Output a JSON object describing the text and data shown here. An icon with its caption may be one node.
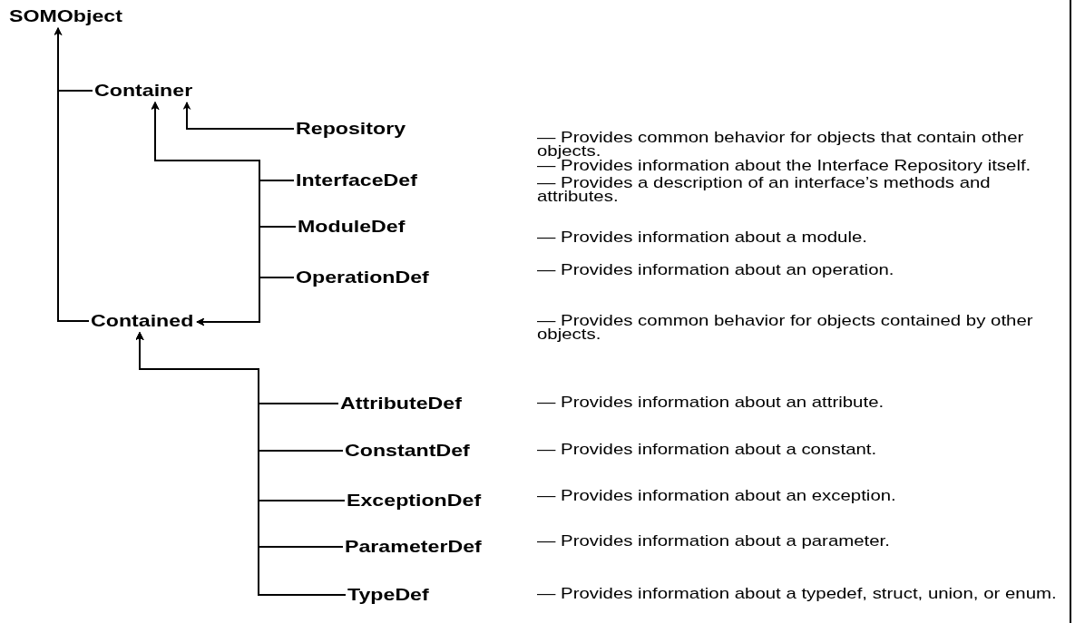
{
  "diagram": {
    "nodes": [
      {
        "text": [
          "SOMObject"
        ]
      },
      {
        "text": [
          "Container"
        ]
      },
      {
        "text": [
          "Repository"
        ]
      },
      {
        "text": [
          "InterfaceDef"
        ]
      },
      {
        "text": [
          "ModuleDef"
        ]
      },
      {
        "text": [
          "OperationDef"
        ]
      },
      {
        "text": [
          "Contained"
        ]
      },
      {
        "text": [
          "AttributeDef"
        ]
      },
      {
        "text": [
          "ConstantDef"
        ]
      },
      {
        "text": [
          "ExceptionDef"
        ]
      },
      {
        "text": [
          "ParameterDef"
        ]
      },
      {
        "text": [
          "TypeDef"
        ]
      }
    ],
    "edges": [
      {
        "from": 1,
        "to": 0,
        "arrow": "to"
      },
      {
        "from": 6,
        "to": 0,
        "arrow": "to"
      },
      {
        "from": 2,
        "to": 1,
        "arrow": "to"
      },
      {
        "from": 3,
        "to": 1,
        "arrow": "to"
      },
      {
        "from": 4,
        "to": 1,
        "arrow": "to"
      },
      {
        "from": 5,
        "to": 1,
        "arrow": "to"
      },
      {
        "from": 3,
        "to": 6,
        "arrow": "to"
      },
      {
        "from": 4,
        "to": 6,
        "arrow": "to"
      },
      {
        "from": 5,
        "to": 6,
        "arrow": "to"
      },
      {
        "from": 7,
        "to": 6,
        "arrow": "to"
      },
      {
        "from": 8,
        "to": 6,
        "arrow": "to"
      },
      {
        "from": 9,
        "to": 6,
        "arrow": "to"
      },
      {
        "from": 10,
        "to": 6,
        "arrow": "to"
      },
      {
        "from": 11,
        "to": 6,
        "arrow": "to"
      }
    ],
    "labels": [
      "— Provides common behavior for objects that contain other objects.",
      "— Provides information about the Interface Repository itself.",
      "— Provides a description of an interface’s methods and attributes.",
      "— Provides information about a module.",
      "— Provides information about an operation.",
      "— Provides common behavior for objects contained by other objects.",
      "— Provides information about an attribute.",
      "— Provides information about a constant.",
      "— Provides information about an exception.",
      "— Provides information about a parameter.",
      "— Provides information about a typedef, struct, union, or enum."
    ]
  }
}
